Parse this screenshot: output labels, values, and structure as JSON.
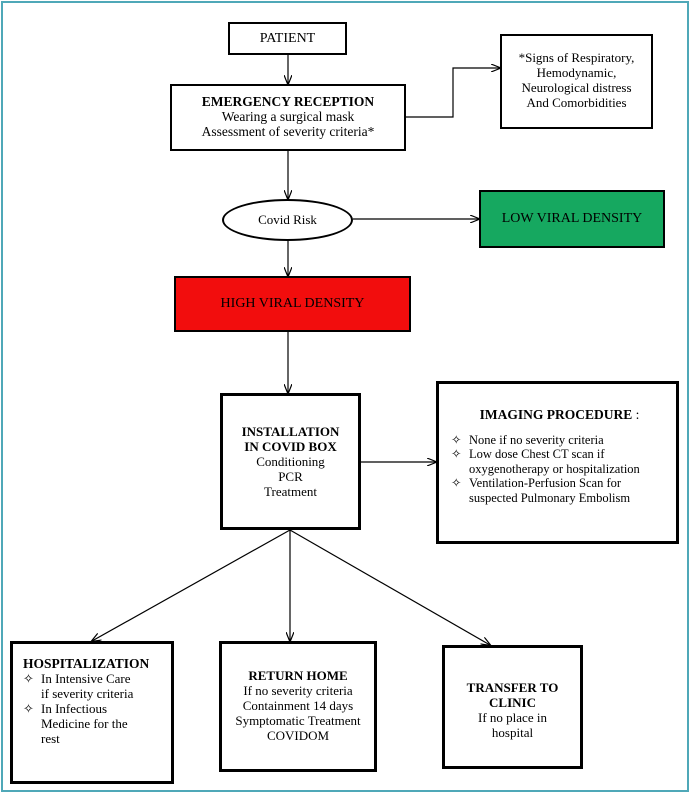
{
  "patient": {
    "label": "PATIENT"
  },
  "emergency": {
    "title": "EMERGENCY RECEPTION",
    "lines": [
      "Wearing a surgical mask",
      "Assessment of severity criteria*"
    ]
  },
  "signs": {
    "lines": [
      "*Signs of Respiratory,",
      "Hemodynamic,",
      "Neurological distress",
      "And Comorbidities"
    ]
  },
  "covid_risk": {
    "label": "Covid Risk"
  },
  "low_viral": {
    "label": "LOW VIRAL DENSITY",
    "color": "#16a860"
  },
  "high_viral": {
    "label": "HIGH VIRAL DENSITY",
    "color": "#f20d0d"
  },
  "installation": {
    "title_lines": [
      "INSTALLATION",
      "IN COVID BOX"
    ],
    "lines": [
      "Conditioning",
      "PCR",
      "Treatment"
    ]
  },
  "imaging": {
    "title": "IMAGING PROCEDURE",
    "title_suffix": " :",
    "bullet": "✧",
    "items": [
      [
        "None if no severity criteria"
      ],
      [
        "Low dose Chest CT scan if",
        "oxygenotherapy or hospitalization"
      ],
      [
        "Ventilation-Perfusion Scan for",
        "suspected Pulmonary Embolism"
      ]
    ]
  },
  "hospitalization": {
    "title": "HOSPITALIZATION",
    "bullet": "✧",
    "items": [
      [
        "In Intensive Care",
        "if severity criteria"
      ],
      [
        "In Infectious",
        "Medicine for the",
        "rest"
      ]
    ]
  },
  "return_home": {
    "title": "RETURN HOME",
    "lines": [
      "If no severity criteria",
      "Containment 14 days",
      "Symptomatic Treatment",
      "COVIDOM"
    ]
  },
  "transfer": {
    "title_lines": [
      "TRANSFER TO",
      "CLINIC"
    ],
    "lines": [
      "If no place in",
      "hospital"
    ]
  }
}
